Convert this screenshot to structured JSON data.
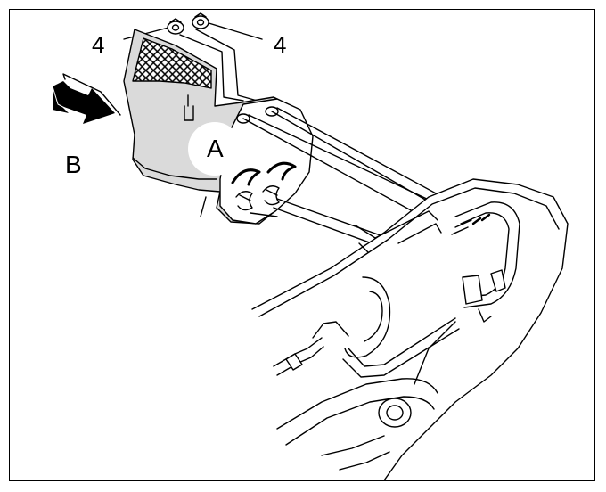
{
  "labels": {
    "nut_left": "4",
    "nut_right": "4",
    "detail": "A",
    "direction": "B"
  },
  "colors": {
    "line": "#000000",
    "fill": "#ffffff",
    "shade": "#d9d9d9"
  }
}
